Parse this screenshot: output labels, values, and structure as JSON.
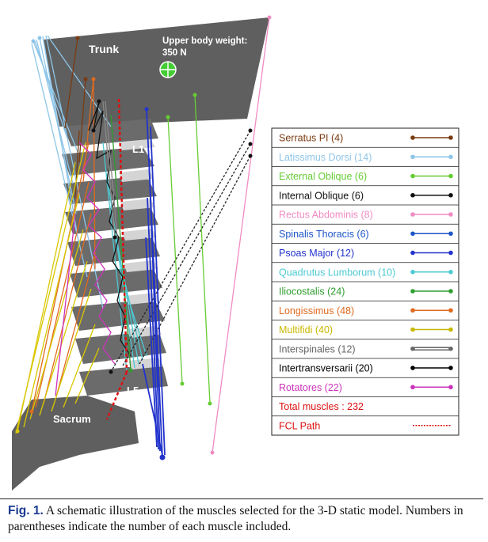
{
  "diagram": {
    "trunk_label": "Trunk",
    "weight_label_line1": "Upper body weight:",
    "weight_label_line2": "350 N",
    "l1_label": "L1",
    "l5_label": "L5",
    "sacrum_label": "Sacrum"
  },
  "legend": {
    "items": [
      {
        "label": "Serratus PI (4)",
        "color": "#7a3b12",
        "style": "dot"
      },
      {
        "label": "Latissimus Dorsi (14)",
        "color": "#8ec5e8",
        "style": "dot"
      },
      {
        "label": "External Oblique (6)",
        "color": "#66cc33",
        "style": "dot"
      },
      {
        "label": "Internal Oblique (6)",
        "color": "#111111",
        "style": "dot"
      },
      {
        "label": "Rectus Abdominis (8)",
        "color": "#f08bc3",
        "style": "dot"
      },
      {
        "label": "Spinalis Thoracis (6)",
        "color": "#1e56c8",
        "style": "dot"
      },
      {
        "label": "Psoas Major (12)",
        "color": "#2233cc",
        "style": "dot"
      },
      {
        "label": "Quadrutus Lumborum (10)",
        "color": "#4cc9d2",
        "style": "dot"
      },
      {
        "label": "Iliocostalis (24)",
        "color": "#2f9e2f",
        "style": "dot"
      },
      {
        "label": "Longissimus (48)",
        "color": "#e06a1e",
        "style": "dot"
      },
      {
        "label": "Multifidi (40)",
        "color": "#c9b800",
        "style": "dot"
      },
      {
        "label": "Interspinales (12)",
        "color": "#666666",
        "style": "double"
      },
      {
        "label": "Intertransversarii (20)",
        "color": "#000000",
        "style": "dot"
      },
      {
        "label": "Rotatores (22)",
        "color": "#cc33bb",
        "style": "dot"
      },
      {
        "label": "Total muscles : 232",
        "color": "#dd1111",
        "style": "none"
      },
      {
        "label": "FCL Path",
        "color": "#dd1111",
        "style": "dashed"
      }
    ]
  },
  "caption": {
    "fig_label": "Fig. 1.",
    "text": " A schematic illustration of the muscles selected for the 3-D static model. Numbers in parentheses indicate the number of each muscle included."
  }
}
